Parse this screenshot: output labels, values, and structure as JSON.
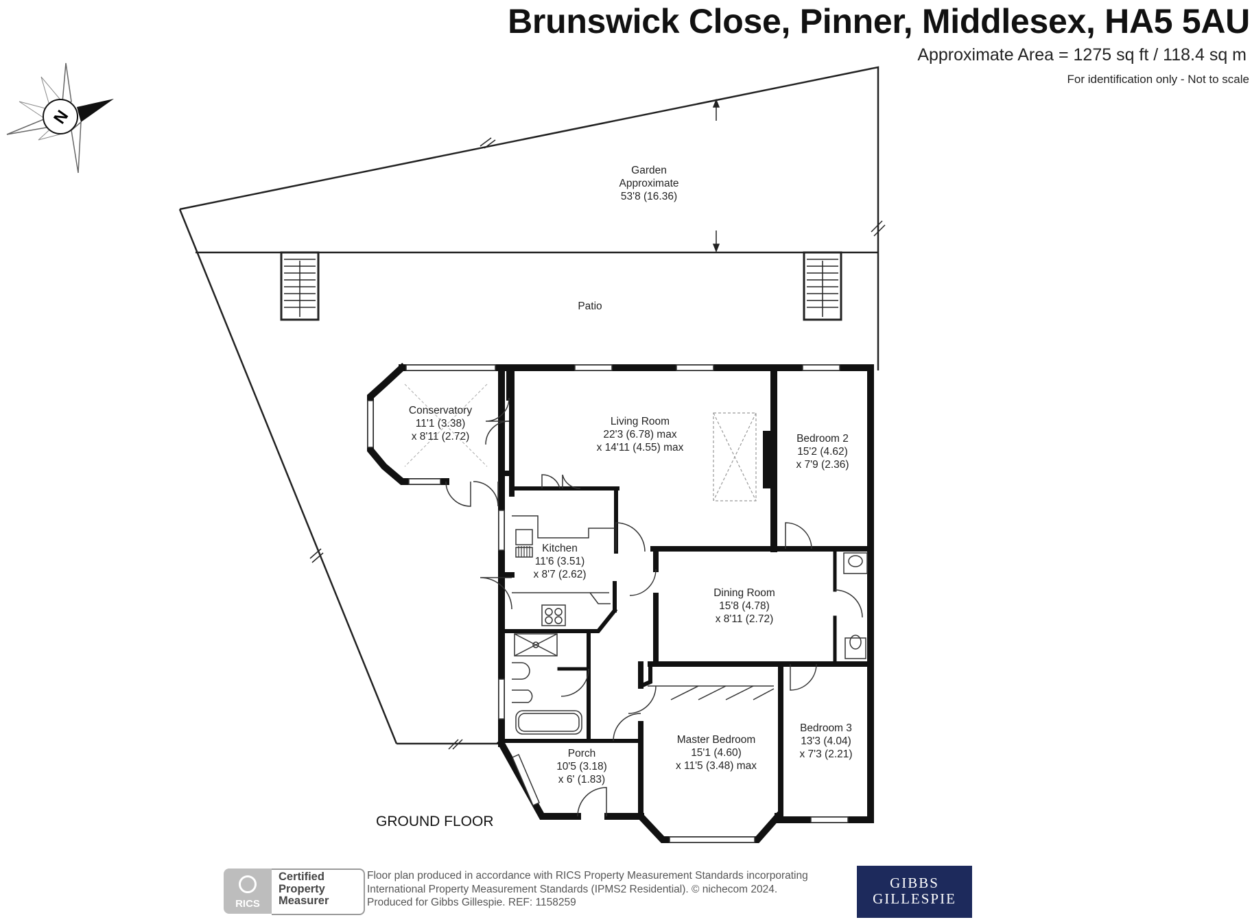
{
  "header": {
    "address": "Brunswick Close, Pinner, Middlesex, HA5 5AU",
    "area": "Approximate Area = 1275 sq ft / 118.4 sq m",
    "disclaimer": "For identification only - Not to scale"
  },
  "compass": {
    "letter": "N",
    "icon": "compass-icon"
  },
  "rooms": {
    "garden": [
      "Garden",
      "Approximate",
      "53'8 (16.36)"
    ],
    "patio": [
      "Patio"
    ],
    "conservatory": [
      "Conservatory",
      "11'1 (3.38)",
      "x 8'11 (2.72)"
    ],
    "living_room": [
      "Living Room",
      "22'3 (6.78) max",
      "x 14'11 (4.55) max"
    ],
    "bedroom2": [
      "Bedroom 2",
      "15'2 (4.62)",
      "x 7'9 (2.36)"
    ],
    "kitchen": [
      "Kitchen",
      "11'6 (3.51)",
      "x 8'7 (2.62)"
    ],
    "dining_room": [
      "Dining Room",
      "15'8 (4.78)",
      "x 8'11 (2.72)"
    ],
    "master_bedroom": [
      "Master Bedroom",
      "15'1 (4.60)",
      "x 11'5 (3.48) max"
    ],
    "bedroom3": [
      "Bedroom 3",
      "13'3 (4.04)",
      "x 7'3 (2.21)"
    ],
    "porch": [
      "Porch",
      "10'5 (3.18)",
      "x 6' (1.83)"
    ]
  },
  "floor_label": "GROUND FLOOR",
  "footer": {
    "rics_badge": "RICS",
    "rics_cert": [
      "Certified",
      "Property",
      "Measurer"
    ],
    "text": [
      "Floor plan produced in accordance with RICS Property Measurement Standards incorporating",
      "International Property Measurement Standards (IPMS2 Residential).   © nichecom 2024.",
      "Produced for Gibbs Gillespie.    REF:  1158259"
    ],
    "agent_logo": [
      "GIBBS",
      "GILLESPIE"
    ]
  },
  "colors": {
    "wall": "#111111",
    "line": "#222222",
    "dashed": "#9a9a9a",
    "agent_bg": "#1d2a5c",
    "badge_gray": "#bdbdbd"
  }
}
